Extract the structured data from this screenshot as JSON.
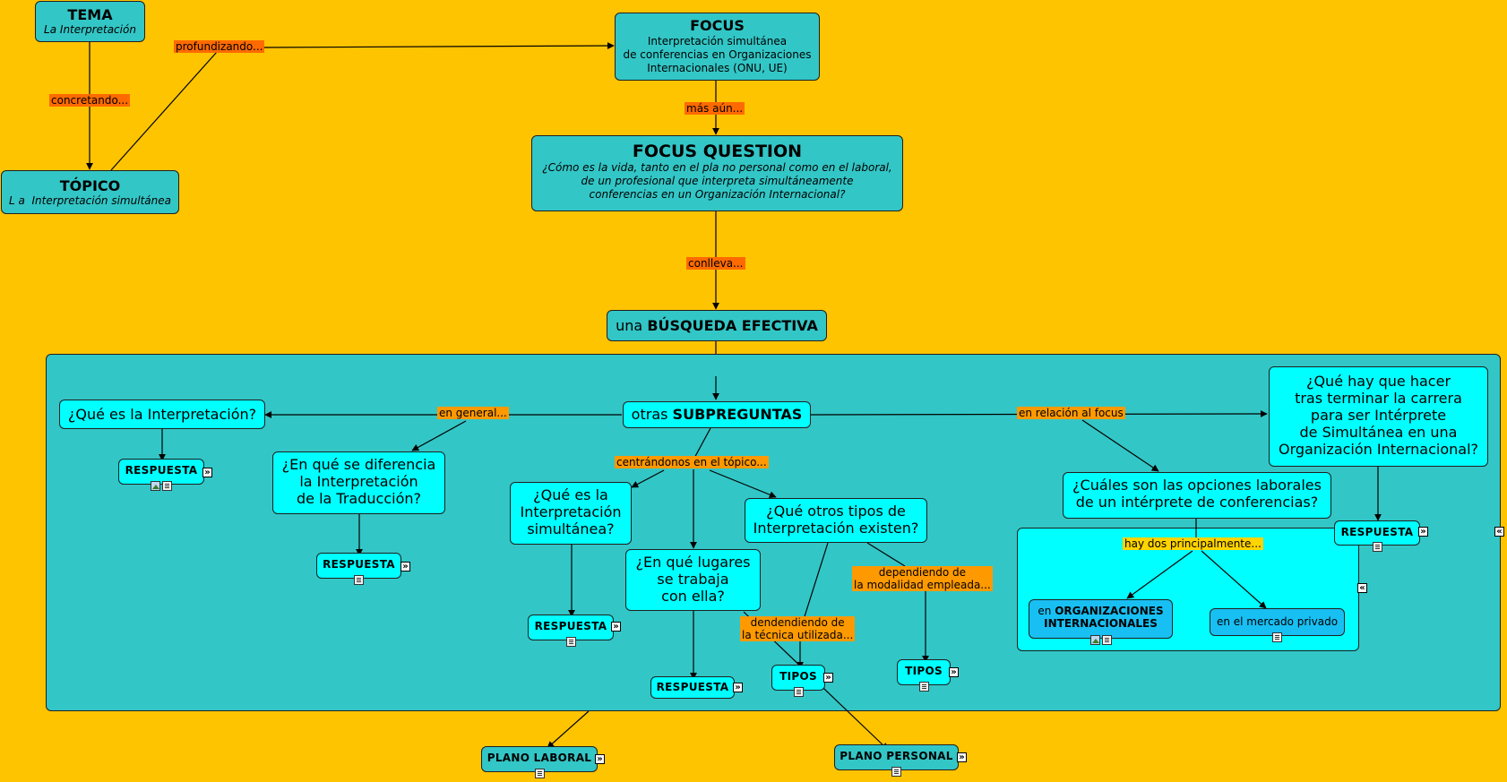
{
  "map": {
    "tema": {
      "title": "TEMA",
      "subtitle": "La Interpretación"
    },
    "focus": {
      "title": "FOCUS",
      "line1": "Interpretación simultánea",
      "line2": "de conferencias en Organizaciones",
      "line3": "Internacionales (ONU, UE)"
    },
    "topico": {
      "title": "TÓPICO",
      "subtitle": "L a  Interpretación simultánea"
    },
    "focus_question": {
      "title": "FOCUS QUESTION",
      "line1": "¿Cómo es la vida, tanto en el pla no personal como en el laboral,",
      "line2": "de un profesional que interpreta simultáneamente",
      "line3": "conferencias en un Organización Internacional?"
    },
    "busqueda": {
      "prefix": "una ",
      "bold": "BÚSQUEDA EFECTIVA"
    },
    "subpreguntas": {
      "prefix": "otras ",
      "bold": "SUBPREGUNTAS"
    },
    "q_interpretacion": "¿Qué es la Interpretación?",
    "q_diferencia": {
      "l1": "¿En qué se diferencia",
      "l2": "la Interpretación",
      "l3": "de la Traducción?"
    },
    "q_simultanea": {
      "l1": "¿Qué es la",
      "l2": "Interpretación",
      "l3": "simultánea?"
    },
    "q_lugares": {
      "l1": "¿En qué lugares",
      "l2": "se trabaja",
      "l3": "con ella?"
    },
    "q_tipos": {
      "l1": "¿Qué otros tipos de",
      "l2": "Interpretación existen?"
    },
    "q_opciones": {
      "l1": "¿Cuáles son las opciones laborales",
      "l2": "de un intérprete de conferencias?"
    },
    "q_carrera": {
      "l1": "¿Qué hay que hacer",
      "l2": "tras terminar la carrera",
      "l3": "para ser Intérprete",
      "l4": "de Simultánea en una",
      "l5": "Organización Internacional?"
    },
    "org_int": {
      "prefix": "en ",
      "l1": "ORGANIZACIONES",
      "l2": "INTERNACIONALES"
    },
    "mercado": "en el mercado privado",
    "respuesta": "RESPUESTA",
    "tipos": "TIPOS",
    "plano_laboral": "PLANO LABORAL",
    "plano_personal": "PLANO PERSONAL"
  },
  "links": {
    "profundizando": "profundizando...",
    "concretando": "concretando...",
    "mas_aun": "más aún...",
    "conlleva": "conlleva...",
    "en_general": "en general...",
    "en_relacion": "en relación al focus",
    "centrandonos": "centrándonos en el tópico...",
    "hay_dos": "hay dos principalmente...",
    "dependiendo_l1": "dependiendo de",
    "dependiendo_l2": "la modalidad empleada...",
    "dendendiendo_l1": "dendendiendo de",
    "dendendiendo_l2": "la técnica utilizada..."
  },
  "symbols": {
    "expand": "»",
    "collapse": "«"
  },
  "colors": {
    "background": "#FFC400",
    "node": "#33C6C6",
    "node_cyan": "#00FFFF",
    "node_blue": "#18BFF2",
    "label_red": "#FF6A00",
    "label_orange": "#FF9900",
    "label_yellow": "#FFD400"
  }
}
